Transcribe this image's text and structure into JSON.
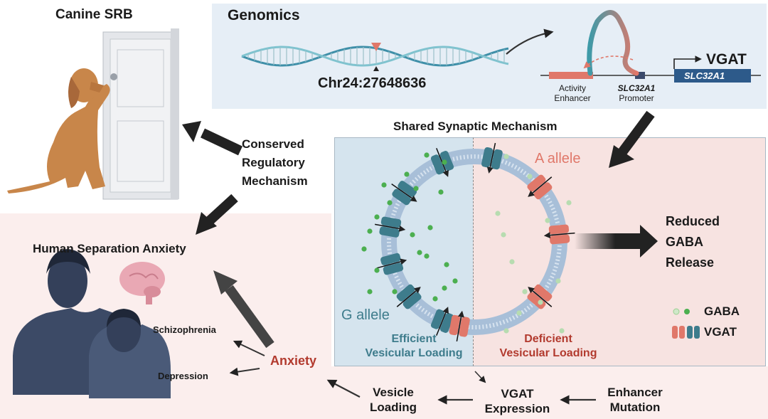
{
  "canine": {
    "title": "Canine SRB"
  },
  "genomics": {
    "title": "Genomics",
    "locus": "Chr24:27648636",
    "gene_name": "VGAT",
    "gene_symbol": "SLC32A1",
    "enhancer_label_1": "Activity",
    "enhancer_label_2": "Enhancer",
    "promoter_label_1": "SLC32A1",
    "promoter_label_2": "Promoter"
  },
  "conserved": {
    "line1": "Conserved",
    "line2": "Regulatory",
    "line3": "Mechanism"
  },
  "synaptic": {
    "title": "Shared Synaptic Mechanism",
    "g_allele": "G allele",
    "a_allele": "A allele",
    "efficient_1": "Efficient",
    "efficient_2": "Vesicular Loading",
    "deficient_1": "Deficient",
    "deficient_2": "Vesicular Loading"
  },
  "reduced": {
    "line1": "Reduced",
    "line2": "GABA",
    "line3": "Release"
  },
  "legend": {
    "gaba": "GABA",
    "vgat": "VGAT"
  },
  "human": {
    "title": "Human Separation Anxiety",
    "schizophrenia": "Schizophrenia",
    "depression": "Depression",
    "anxiety": "Anxiety"
  },
  "pathway": {
    "vesicle_1": "Vesicle",
    "vesicle_2": "Loading",
    "vgat_1": "VGAT",
    "vgat_2": "Expression",
    "enhancer_1": "Enhancer",
    "enhancer_2": "Mutation"
  },
  "colors": {
    "genomics_bg": "#e6eef6",
    "human_bg": "#fbeeed",
    "g_side_bg": "#d5e4ee",
    "a_side_bg": "#f7e3e1",
    "teal": "#3e7c8c",
    "salmon": "#e0786a",
    "green_dot": "#4caf50",
    "pale_dot": "#b7dcb0",
    "red_text": "#b23a2e",
    "dog": "#c8864a",
    "human_skin": "#3c4a66"
  }
}
